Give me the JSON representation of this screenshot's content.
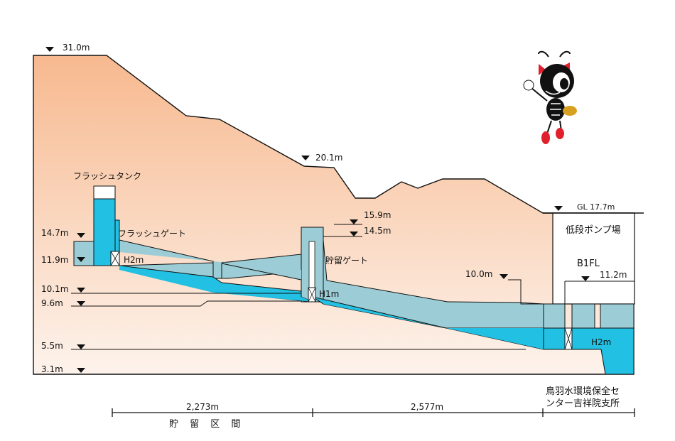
{
  "colors": {
    "terrain_top": "#f7b98f",
    "terrain_bottom": "#fdf3ec",
    "pipe": "#9ccdd6",
    "water": "#22c0e2",
    "outline": "#111111"
  },
  "elevations": {
    "summit": "31.0m",
    "ridge": "20.1m",
    "gl": "GL 17.7m",
    "gate_top": "15.9m",
    "gate_mid": "14.5m",
    "tank_left": "14.7m",
    "tank_base": "11.9m",
    "level_10_1": "10.1m",
    "level_9_6": "9.6m",
    "level_5_5": "5.5m",
    "level_3_1": "3.1m",
    "level_10_0": "10.0m",
    "b1_level": "11.2m"
  },
  "labels": {
    "flush_tank": "フラッシュタンク",
    "flush_gate": "フラッシュゲート",
    "storage_gate": "貯留ゲート",
    "h2m_left": "H2m",
    "h1m": "H1m",
    "h2m_right": "H2m",
    "pump_station": "低段ポンプ場",
    "b1fl": "B1FL"
  },
  "distances": {
    "first": "2,273m",
    "second": "2,577m",
    "storage_section": "貯 留 区 間",
    "facility_line1": "鳥羽水環境保全セ",
    "facility_line2": "ンター吉祥院支所"
  },
  "mascot": {
    "name": "ant-mascot-icon"
  }
}
